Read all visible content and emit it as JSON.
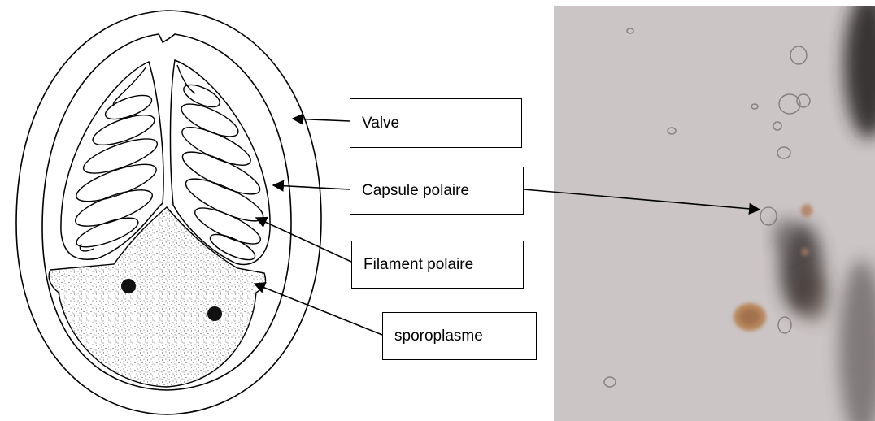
{
  "labels": {
    "valve": "Valve",
    "capsule_polaire": "Capsule polaire",
    "filament_polaire": "Filament polaire",
    "sporoplasme": "sporoplasme"
  },
  "colors": {
    "line": "#000000",
    "micrograph_base": "#c9c4c4",
    "stained_region": "#3a3535",
    "brown_cell": "#b8865c"
  }
}
